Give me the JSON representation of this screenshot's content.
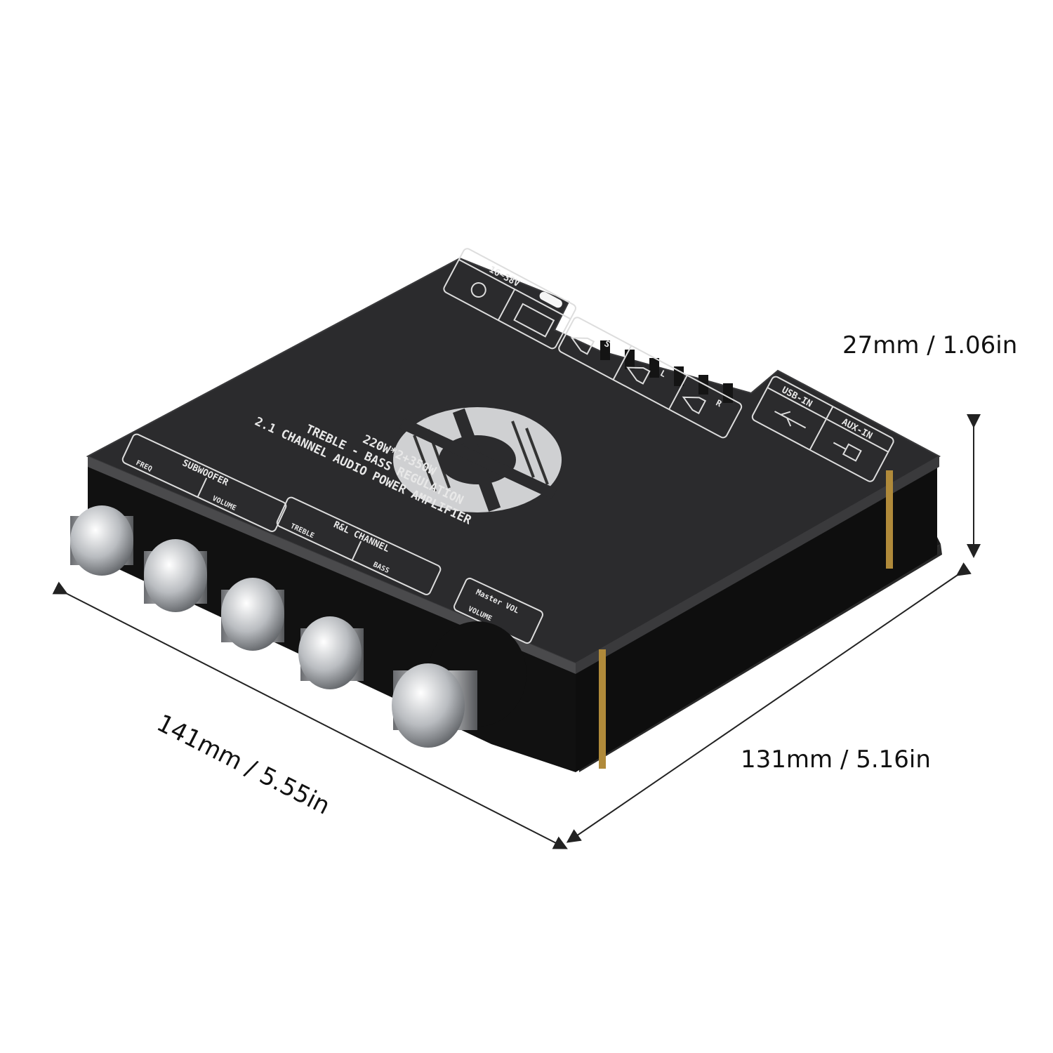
{
  "product": {
    "description": "2.1 channel audio power amplifier board with dimensions",
    "board_text": {
      "line1": "220W*2+350W",
      "line2": "TREBLE - BASS REGULATION",
      "line3": "2.1 CHANNEL AUDIO POWER AMPLIFIER"
    },
    "subwoofer_box": {
      "title": "SUBWOOFER",
      "left_label": "FREQ",
      "right_label": "VOLUME"
    },
    "rl_box": {
      "title": "R&L CHANNEL",
      "left_label": "TREBLE",
      "right_label": "BASS"
    },
    "master_box": {
      "title": "Master VOL",
      "label": "VOLUME"
    },
    "power_box": {
      "label": "16~38V"
    },
    "input_box": {
      "usb": "USB-IN",
      "aux": "AUX-IN"
    },
    "speaker_box": {
      "s": "S",
      "l": "L",
      "r": "R"
    },
    "plus": "+",
    "minus": "-"
  },
  "dimensions": {
    "height": "27mm / 1.06in",
    "depth": "131mm / 5.16in",
    "width": "141mm / 5.55in"
  }
}
